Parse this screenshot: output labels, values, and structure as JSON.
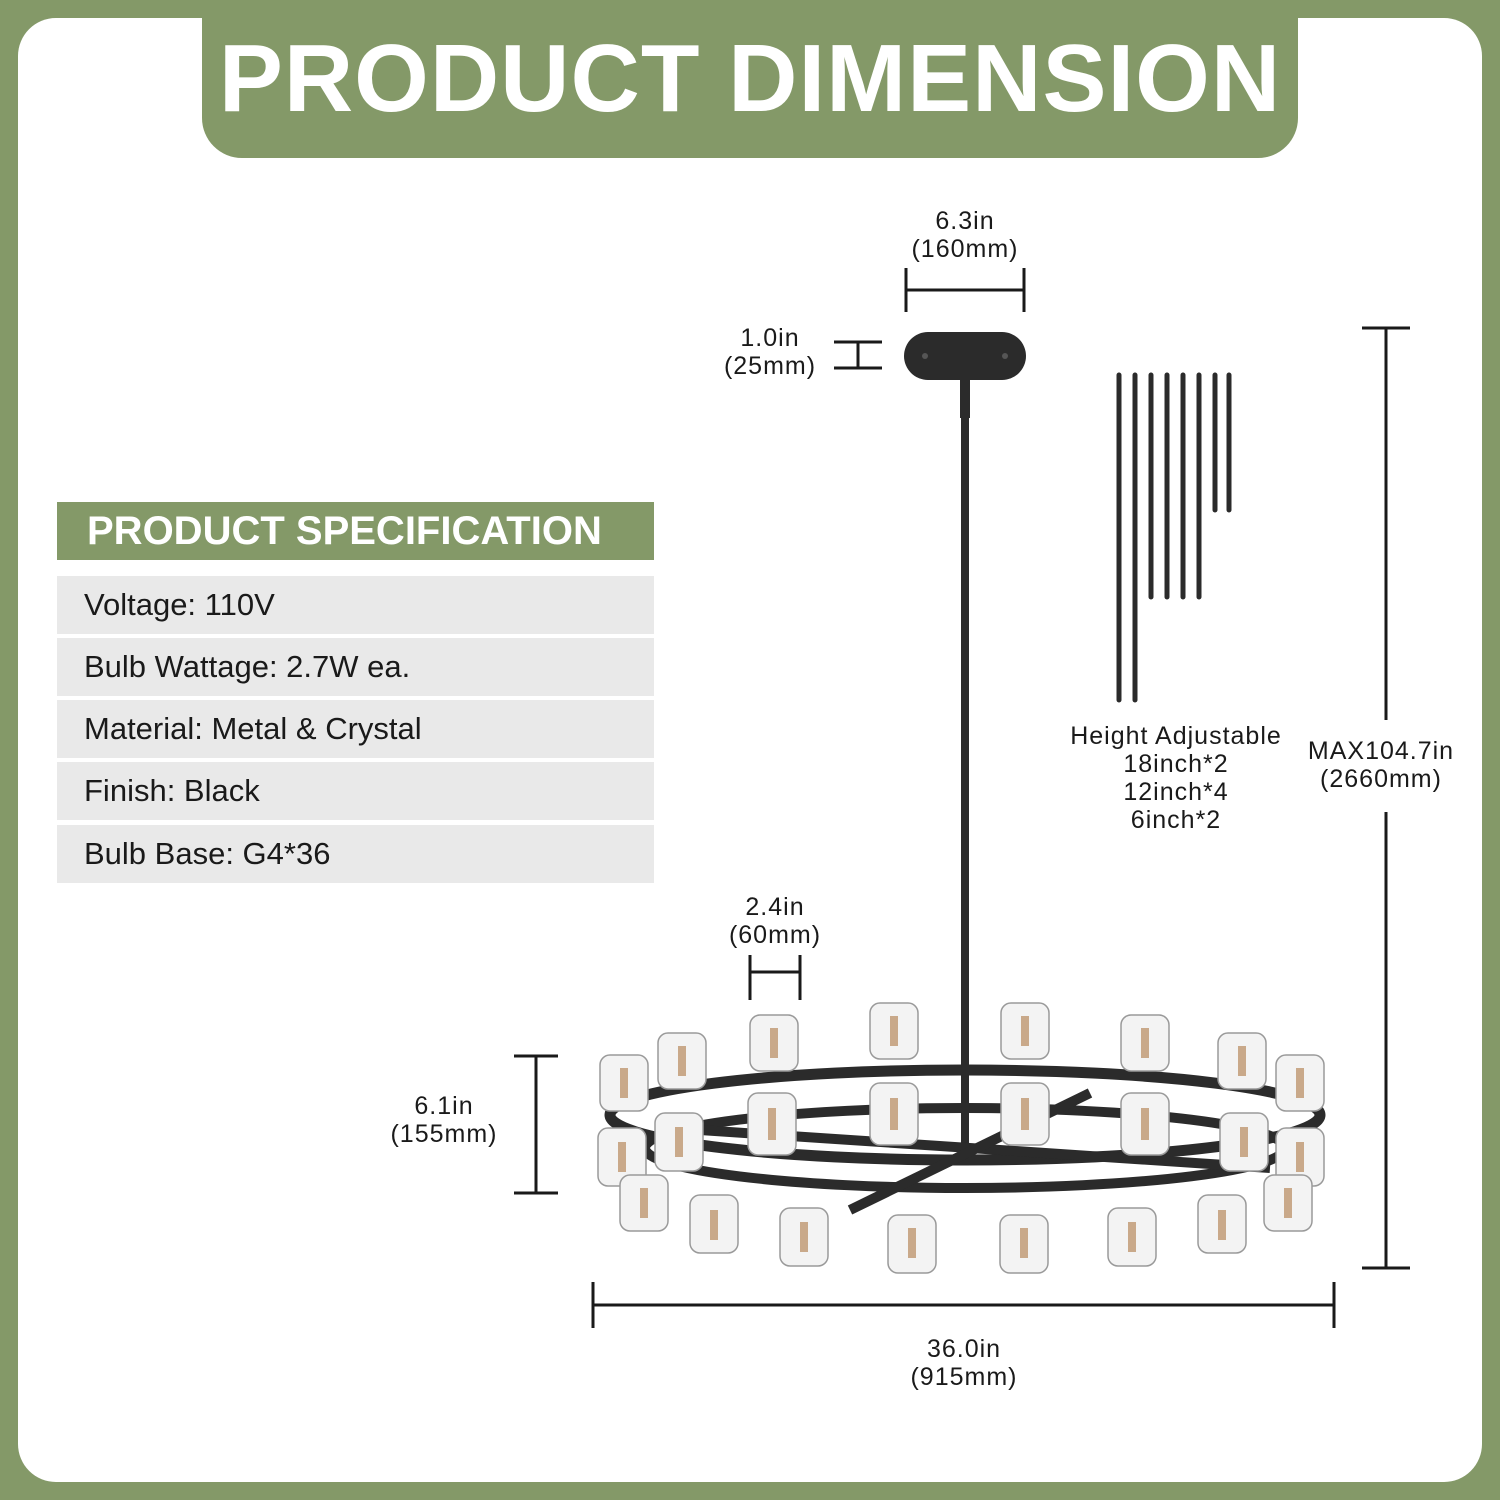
{
  "title": "PRODUCT DIMENSION",
  "spec": {
    "header": "PRODUCT SPECIFICATION",
    "rows": [
      "Voltage: 110V",
      "Bulb Wattage: 2.7W ea.",
      "Material: Metal & Crystal",
      "Finish: Black",
      "Bulb Base: G4*36"
    ]
  },
  "dimensions": {
    "canopy_width": {
      "in": "6.3in",
      "mm": "(160mm)"
    },
    "canopy_height": {
      "in": "1.0in",
      "mm": "(25mm)"
    },
    "max_height": {
      "in": "MAX104.7in",
      "mm": "(2660mm)"
    },
    "shade_width": {
      "in": "2.4in",
      "mm": "(60mm)"
    },
    "fixture_height": {
      "in": "6.1in",
      "mm": "(155mm)"
    },
    "fixture_width": {
      "in": "36.0in",
      "mm": "(915mm)"
    }
  },
  "rods": {
    "label": "Height Adjustable",
    "items": [
      "18inch*2",
      "12inch*4",
      "6inch*2"
    ]
  },
  "colors": {
    "brand_green": "#849968",
    "row_gray": "#e9e9e9",
    "fixture_black": "#2b2b2b"
  }
}
